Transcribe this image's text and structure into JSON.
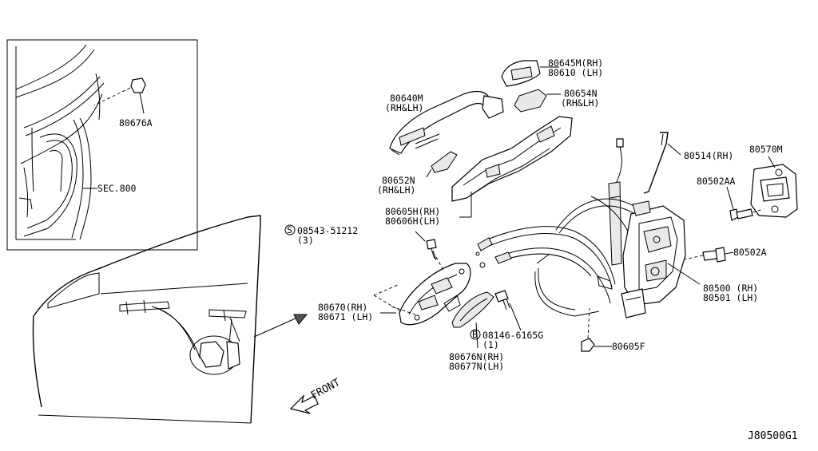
{
  "diagram": {
    "drawing_id": "J80500G1",
    "front_label": "FRONT",
    "inset": {
      "labels": {
        "p80676A": "80676A",
        "sec800": "SEC.800"
      }
    },
    "labels": {
      "p80645": [
        "80645M(RH)",
        "80610  (LH)"
      ],
      "p80654": [
        "80654N",
        "(RH&LH)"
      ],
      "p80640": [
        "80640M",
        "(RH&LH)"
      ],
      "p80514": "80514(RH)",
      "p80570": "80570M",
      "p80502AA": "80502AA",
      "p80652": [
        "80652N",
        "(RH&LH)"
      ],
      "p80605H": [
        "80605H(RH)",
        "80606H(LH)"
      ],
      "p08543": [
        "08543-51212",
        "(3)"
      ],
      "p80502A": "80502A",
      "p80500": [
        "80500 (RH)",
        "80501 (LH)"
      ],
      "p80670": [
        "80670(RH)",
        "80671 (LH)"
      ],
      "p08146": [
        "08146-6165G",
        "(1)"
      ],
      "p80605F": "80605F",
      "p80676N": [
        "80676N(RH)",
        "80677N(LH)"
      ]
    },
    "symbols": {
      "screw_marker": "S",
      "bolt_marker": "B"
    }
  }
}
